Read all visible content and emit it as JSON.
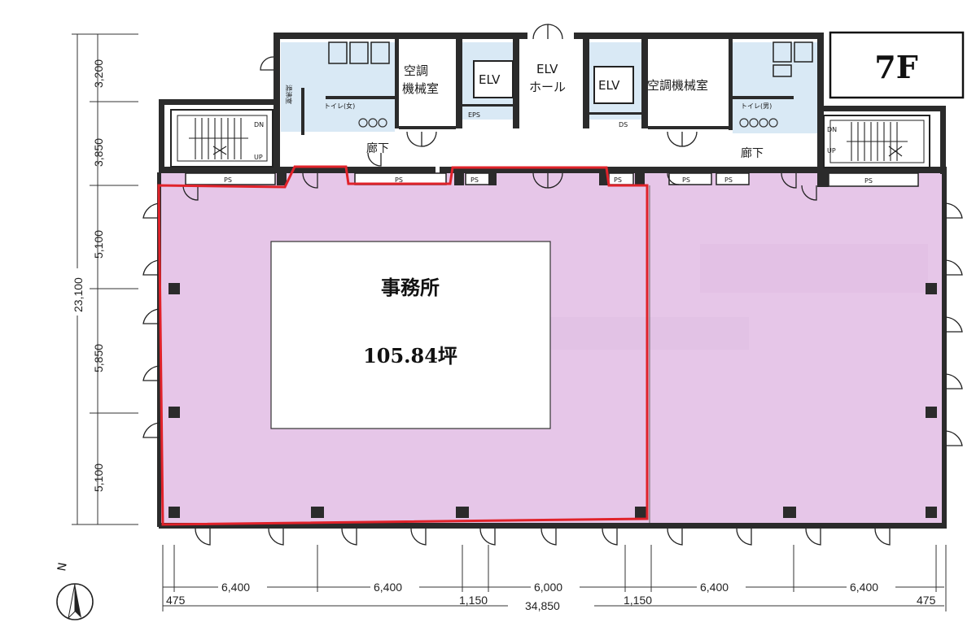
{
  "floor_label": "7F",
  "office": {
    "name": "事務所",
    "area": "105.84坪"
  },
  "rooms": {
    "elv_left": "ELV",
    "elv_right": "ELV",
    "elv_hall_line1": "ELV",
    "elv_hall_line2": "ホール",
    "ac_room_left_line1": "空調",
    "ac_room_left_line2": "機械室",
    "ac_room_right": "空調機械室",
    "toilet_female": "トイレ(女)",
    "toilet_male": "トイレ(男)",
    "storage": "湯沸室",
    "corridor_left": "廊下",
    "corridor_right": "廊下",
    "eps": "EPS",
    "ds": "DS",
    "ps": "PS",
    "stairs_dn": "DN",
    "stairs_up": "UP"
  },
  "dimensions": {
    "vertical": [
      "3,200",
      "3,850",
      "5,100",
      "5,850",
      "5,100"
    ],
    "vertical_total": "23,100",
    "horizontal": [
      "475",
      "6,400",
      "6,400",
      "1,150",
      "6,000",
      "1,150",
      "6,400",
      "6,400",
      "475"
    ],
    "horizontal_total": "34,850"
  },
  "north_label": "N",
  "colors": {
    "highlight_border": "#e0222a",
    "floor_fill": "#e6c6e8",
    "core_fill": "#d9e9f5",
    "wall": "#2b2b2b"
  }
}
